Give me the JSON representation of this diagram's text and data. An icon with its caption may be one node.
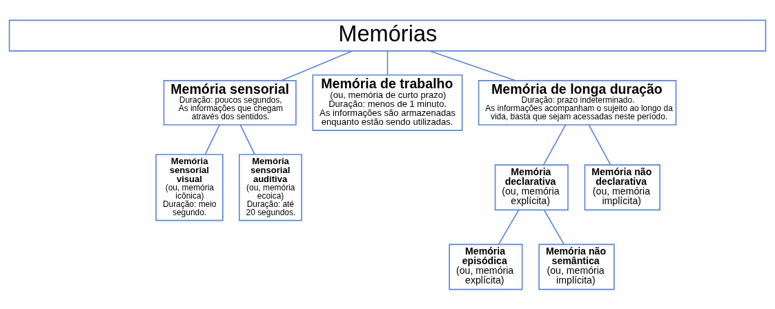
{
  "diagram": {
    "nodes": [
      {
        "text": [
          "Memórias"
        ]
      },
      {
        "text": [
          "Memória sensorial",
          "Duração: poucos segundos,",
          "As informações que chegam através dos sentidos."
        ]
      },
      {
        "text": [
          "Memória de trabalho",
          "(ou, memória de curto prazo)",
          "Duração: menos de 1 minuto.",
          "As informações são armazenadas enquanto estão sendo utilizadas."
        ]
      },
      {
        "text": [
          "Memória de longa duração",
          "Duração: prazo indeterminado.",
          "As informações acompanham o sujeito ao longo da vida, basta que sejam acessadas neste período."
        ]
      },
      {
        "text": [
          "Memória sensorial visual",
          "(ou, memória icônica)",
          "Duração: meio segundo."
        ]
      },
      {
        "text": [
          "Memória sensorial auditiva",
          "(ou, memória ecoica)",
          "Duração: até 20 segundos."
        ]
      },
      {
        "text": [
          "Memória declarativa",
          "(ou, memória explícita)"
        ]
      },
      {
        "text": [
          "Memória não declarativa",
          "(ou, memória implícita)"
        ]
      },
      {
        "text": [
          "Memória episódica",
          "(ou, memória explícita)"
        ]
      },
      {
        "text": [
          "Memória não semântica",
          "(ou, memória implícita)"
        ]
      }
    ],
    "edges": [
      {
        "from": 0,
        "to": 1,
        "arrow": "none"
      },
      {
        "from": 0,
        "to": 2,
        "arrow": "none"
      },
      {
        "from": 0,
        "to": 3,
        "arrow": "none"
      },
      {
        "from": 1,
        "to": 4,
        "arrow": "none"
      },
      {
        "from": 1,
        "to": 5,
        "arrow": "none"
      },
      {
        "from": 3,
        "to": 6,
        "arrow": "none"
      },
      {
        "from": 3,
        "to": 7,
        "arrow": "none"
      },
      {
        "from": 6,
        "to": 8,
        "arrow": "none"
      },
      {
        "from": 6,
        "to": 9,
        "arrow": "none"
      }
    ]
  }
}
